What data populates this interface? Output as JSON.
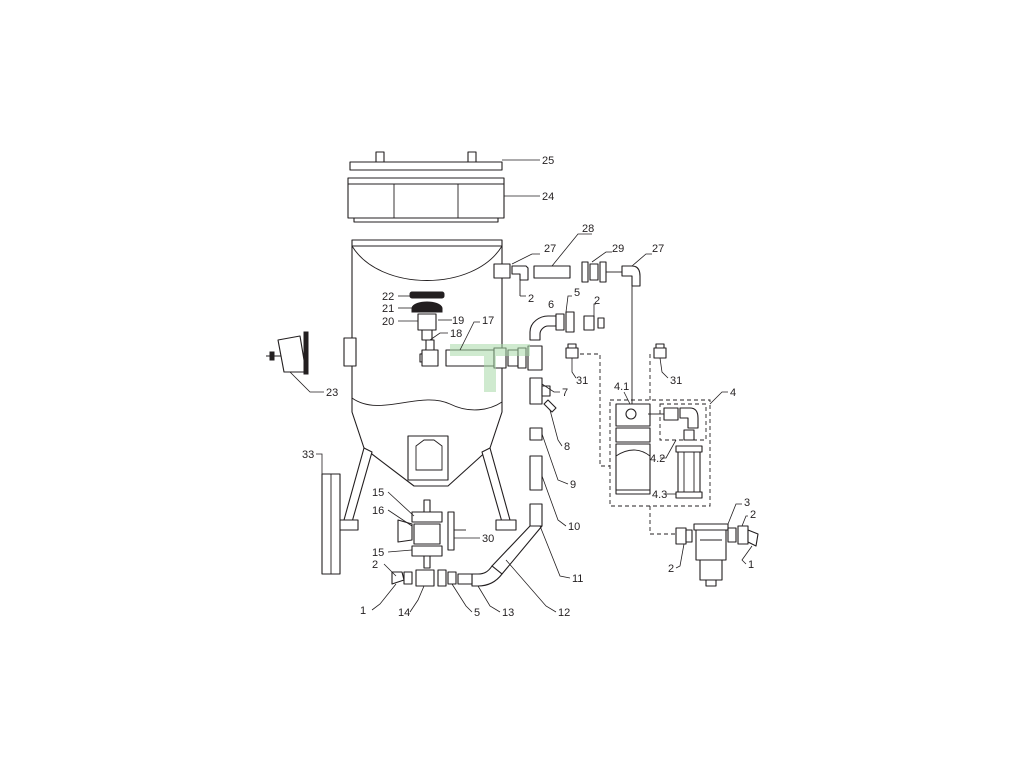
{
  "callouts": {
    "c25": "25",
    "c24": "24",
    "c27a": "27",
    "c28": "28",
    "c29": "29",
    "c27b": "27",
    "c22": "22",
    "c21": "21",
    "c20": "20",
    "c19": "19",
    "c18": "18",
    "c17": "17",
    "c2a": "2",
    "c5a": "5",
    "c6": "6",
    "c2b": "2",
    "c31a": "31",
    "c31b": "31",
    "c7": "7",
    "c8": "8",
    "c9": "9",
    "c10": "10",
    "c11": "11",
    "c12": "12",
    "c13": "13",
    "c5b": "5",
    "c14": "14",
    "c1a": "1",
    "c2c": "2",
    "c15a": "15",
    "c16": "16",
    "c15b": "15",
    "c30": "30",
    "c33": "33",
    "c23": "23",
    "c4": "4",
    "c41": "4.1",
    "c42": "4.2",
    "c43": "4.3",
    "c3": "3",
    "c2d": "2",
    "c1b": "1",
    "c2e": "2"
  },
  "colors": {
    "line": "#231f20",
    "watermark": "#a8d8a8",
    "background": "#ffffff"
  }
}
